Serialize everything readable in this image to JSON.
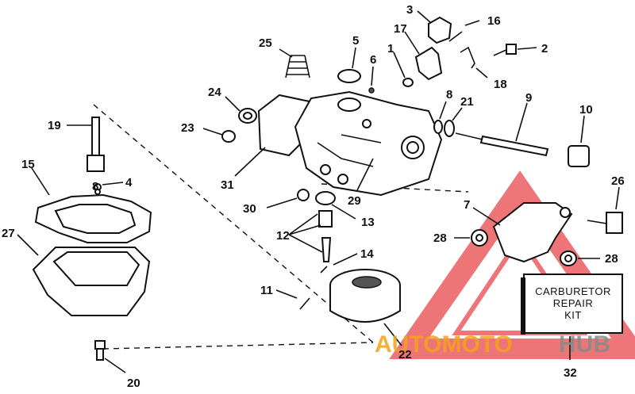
{
  "diagram": {
    "part_labels": [
      {
        "id": "1",
        "text": "1"
      },
      {
        "id": "2",
        "text": "2"
      },
      {
        "id": "3",
        "text": "3"
      },
      {
        "id": "4",
        "text": "4"
      },
      {
        "id": "5",
        "text": "5"
      },
      {
        "id": "6",
        "text": "6"
      },
      {
        "id": "7",
        "text": "7"
      },
      {
        "id": "8a",
        "text": "8"
      },
      {
        "id": "8b",
        "text": "8"
      },
      {
        "id": "9",
        "text": "9"
      },
      {
        "id": "10",
        "text": "10"
      },
      {
        "id": "11",
        "text": "11"
      },
      {
        "id": "12",
        "text": "12"
      },
      {
        "id": "13",
        "text": "13"
      },
      {
        "id": "14",
        "text": "14"
      },
      {
        "id": "15",
        "text": "15"
      },
      {
        "id": "16",
        "text": "16"
      },
      {
        "id": "17",
        "text": "17"
      },
      {
        "id": "18",
        "text": "18"
      },
      {
        "id": "19",
        "text": "19"
      },
      {
        "id": "20",
        "text": "20"
      },
      {
        "id": "21",
        "text": "21"
      },
      {
        "id": "22",
        "text": "22"
      },
      {
        "id": "23",
        "text": "23"
      },
      {
        "id": "24",
        "text": "24"
      },
      {
        "id": "25",
        "text": "25"
      },
      {
        "id": "26",
        "text": "26"
      },
      {
        "id": "27",
        "text": "27"
      },
      {
        "id": "28a",
        "text": "28"
      },
      {
        "id": "28b",
        "text": "28"
      },
      {
        "id": "29",
        "text": "29"
      },
      {
        "id": "30",
        "text": "30"
      },
      {
        "id": "31",
        "text": "31"
      },
      {
        "id": "32",
        "text": "32"
      }
    ],
    "repair_kit": {
      "line1": "CARBURETOR",
      "line2": "REPAIR",
      "line3": "KIT"
    }
  },
  "watermark": {
    "part1": "AUTOMOTO",
    "part2": "HUB",
    "color_orange": "#f5a21b",
    "color_gray": "#8a8a8a",
    "color_red": "#e8474c"
  }
}
